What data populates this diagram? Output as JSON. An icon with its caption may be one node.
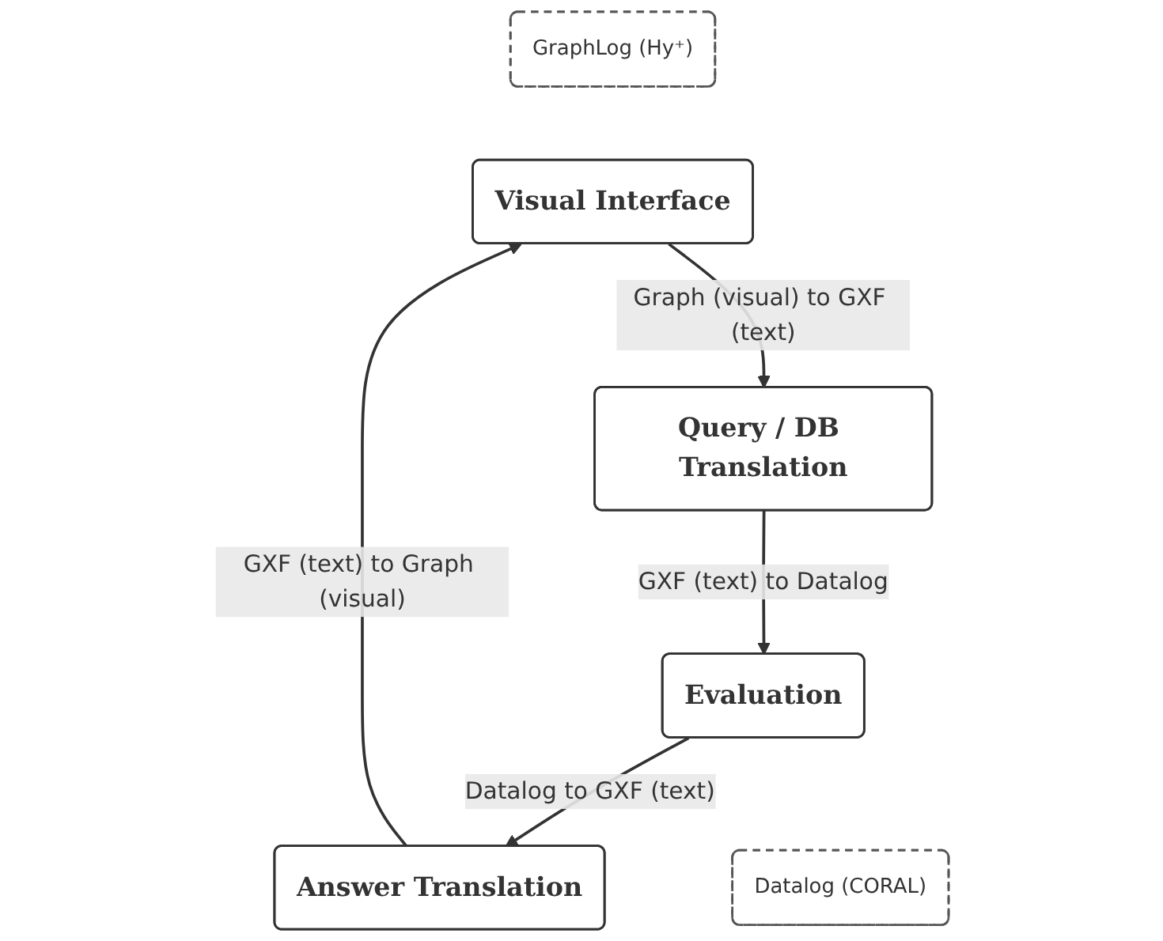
{
  "diagram": {
    "nodes": [
      {
        "text": [
          "GraphLog (Hy⁺)"
        ]
      },
      {
        "text": [
          "Visual Interface"
        ]
      },
      {
        "text": [
          "Query / DB Translation"
        ]
      },
      {
        "text": [
          "Answer Translation"
        ]
      },
      {
        "text": [
          "Evaluation"
        ]
      },
      {
        "text": [
          "Datalog (CORAL)"
        ]
      }
    ],
    "edges": [
      {
        "from": 1,
        "to": 2,
        "arrow": "to",
        "label": "Graph (visual) to GXF (text)"
      },
      {
        "from": 2,
        "to": 4,
        "arrow": "to",
        "label": "GXF (text) to Datalog"
      },
      {
        "from": 4,
        "to": 3,
        "arrow": "to",
        "label": "Datalog to GXF (text)"
      },
      {
        "from": 3,
        "to": 1,
        "arrow": "to",
        "label": "GXF (text) to Graph (visual)"
      }
    ]
  }
}
